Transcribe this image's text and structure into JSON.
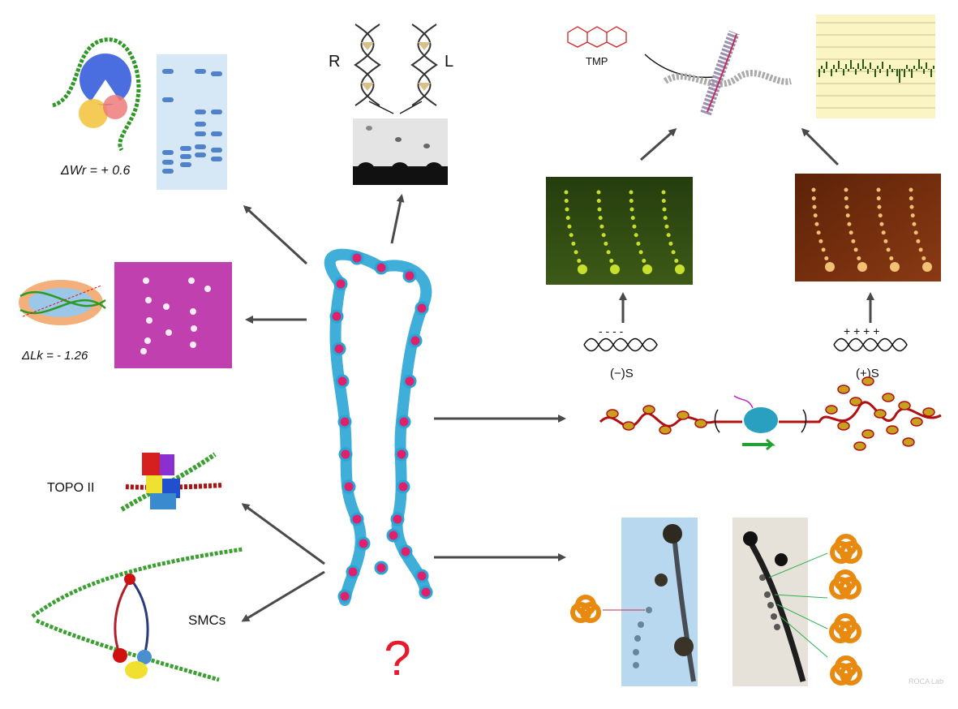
{
  "labels": {
    "delta_wr": "ΔWr = + 0.6",
    "delta_lk": "ΔLk = - 1.26",
    "topo2": "TOPO II",
    "smcs": "SMCs",
    "chirality_right": "R",
    "chirality_left": "L",
    "tmp": "TMP",
    "neg_supercoil": "(−)S",
    "pos_supercoil": "(+)S",
    "neg_signs": "-  -  -  -",
    "pos_signs": "+ + + +",
    "question": "?",
    "watermark": "ROCA Lab"
  },
  "colors": {
    "arrow": "#4a4a4a",
    "chromatin_cyan": "#2aa6d6",
    "nucleosome_pink": "#e0206a",
    "question_red": "#e8192c",
    "green_gel": "#2f4a12",
    "orange_gel": "#7a3010",
    "magenta_gel": "#c040b0",
    "knot_orange": "#e88a10",
    "dna_red": "#b01010"
  }
}
